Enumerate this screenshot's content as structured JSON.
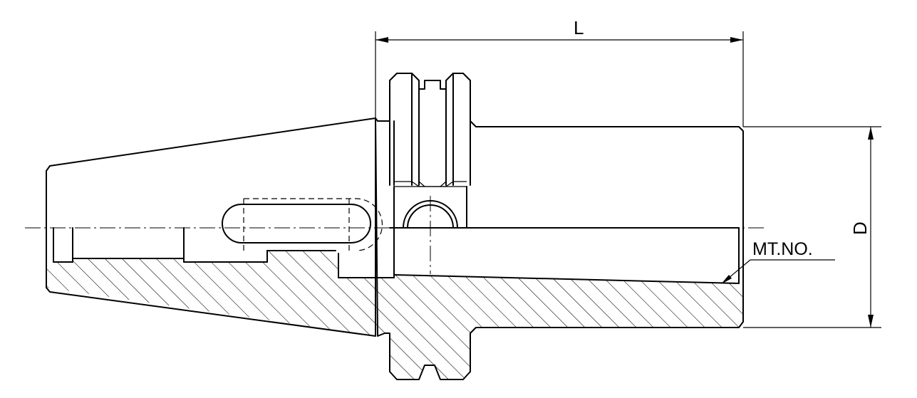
{
  "drawing": {
    "dimensions": {
      "length_label": "L",
      "diameter_label": "D"
    },
    "callout": {
      "taper_label": "MT.NO."
    }
  }
}
